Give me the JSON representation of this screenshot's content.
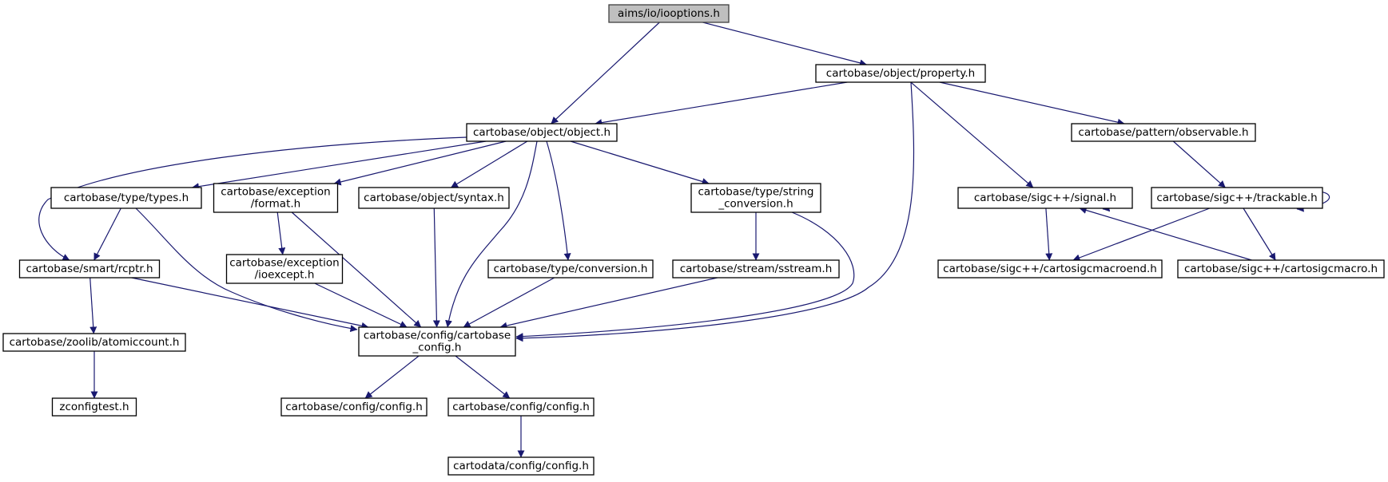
{
  "graph": {
    "nodes": [
      {
        "id": "iooptions",
        "lines": [
          "aims/io/iooptions.h"
        ],
        "root": true
      },
      {
        "id": "property",
        "lines": [
          "cartobase/object/property.h"
        ]
      },
      {
        "id": "object",
        "lines": [
          "cartobase/object/object.h"
        ]
      },
      {
        "id": "observable",
        "lines": [
          "cartobase/pattern/observable.h"
        ]
      },
      {
        "id": "types",
        "lines": [
          "cartobase/type/types.h"
        ]
      },
      {
        "id": "format",
        "lines": [
          "cartobase/exception",
          "/format.h"
        ]
      },
      {
        "id": "syntax",
        "lines": [
          "cartobase/object/syntax.h"
        ]
      },
      {
        "id": "stringconv",
        "lines": [
          "cartobase/type/string",
          "_conversion.h"
        ]
      },
      {
        "id": "signal",
        "lines": [
          "cartobase/sigc++/signal.h"
        ]
      },
      {
        "id": "trackable",
        "lines": [
          "cartobase/sigc++/trackable.h"
        ]
      },
      {
        "id": "rcptr",
        "lines": [
          "cartobase/smart/rcptr.h"
        ]
      },
      {
        "id": "ioexcept",
        "lines": [
          "cartobase/exception",
          "/ioexcept.h"
        ]
      },
      {
        "id": "conversion",
        "lines": [
          "cartobase/type/conversion.h"
        ]
      },
      {
        "id": "sstream",
        "lines": [
          "cartobase/stream/sstream.h"
        ]
      },
      {
        "id": "macroend",
        "lines": [
          "cartobase/sigc++/cartosigcmacroend.h"
        ]
      },
      {
        "id": "macro",
        "lines": [
          "cartobase/sigc++/cartosigcmacro.h"
        ]
      },
      {
        "id": "atomiccount",
        "lines": [
          "cartobase/zoolib/atomiccount.h"
        ]
      },
      {
        "id": "cartobaseconfig",
        "lines": [
          "cartobase/config/cartobase",
          "_config.h"
        ]
      },
      {
        "id": "zconfigtest",
        "lines": [
          "zconfigtest.h"
        ]
      },
      {
        "id": "config1",
        "lines": [
          "cartobase/config/config.h"
        ]
      },
      {
        "id": "config2",
        "lines": [
          "cartobase/config/config.h"
        ]
      },
      {
        "id": "cartodataconfig",
        "lines": [
          "cartodata/config/config.h"
        ]
      }
    ],
    "edges": [
      {
        "from": "iooptions",
        "to": "object"
      },
      {
        "from": "iooptions",
        "to": "property"
      },
      {
        "from": "property",
        "to": "object"
      },
      {
        "from": "property",
        "to": "cartobaseconfig"
      },
      {
        "from": "property",
        "to": "signal"
      },
      {
        "from": "property",
        "to": "observable"
      },
      {
        "from": "object",
        "to": "rcptr"
      },
      {
        "from": "object",
        "to": "types"
      },
      {
        "from": "object",
        "to": "format"
      },
      {
        "from": "object",
        "to": "syntax"
      },
      {
        "from": "object",
        "to": "cartobaseconfig"
      },
      {
        "from": "object",
        "to": "conversion"
      },
      {
        "from": "object",
        "to": "stringconv"
      },
      {
        "from": "observable",
        "to": "trackable"
      },
      {
        "from": "types",
        "to": "rcptr"
      },
      {
        "from": "types",
        "to": "cartobaseconfig"
      },
      {
        "from": "format",
        "to": "ioexcept"
      },
      {
        "from": "format",
        "to": "cartobaseconfig"
      },
      {
        "from": "syntax",
        "to": "cartobaseconfig"
      },
      {
        "from": "stringconv",
        "to": "sstream"
      },
      {
        "from": "stringconv",
        "to": "cartobaseconfig"
      },
      {
        "from": "signal",
        "to": "signal"
      },
      {
        "from": "signal",
        "to": "macroend"
      },
      {
        "from": "trackable",
        "to": "trackable"
      },
      {
        "from": "trackable",
        "to": "macroend"
      },
      {
        "from": "trackable",
        "to": "macro"
      },
      {
        "from": "macro",
        "to": "signal"
      },
      {
        "from": "rcptr",
        "to": "atomiccount"
      },
      {
        "from": "rcptr",
        "to": "cartobaseconfig"
      },
      {
        "from": "ioexcept",
        "to": "cartobaseconfig"
      },
      {
        "from": "conversion",
        "to": "cartobaseconfig"
      },
      {
        "from": "sstream",
        "to": "cartobaseconfig"
      },
      {
        "from": "atomiccount",
        "to": "zconfigtest"
      },
      {
        "from": "cartobaseconfig",
        "to": "config1"
      },
      {
        "from": "cartobaseconfig",
        "to": "config2"
      },
      {
        "from": "config2",
        "to": "cartodataconfig"
      }
    ]
  },
  "colors": {
    "edge": "#191970",
    "root_fill": "#bfbfbf",
    "node_fill": "#ffffff"
  }
}
